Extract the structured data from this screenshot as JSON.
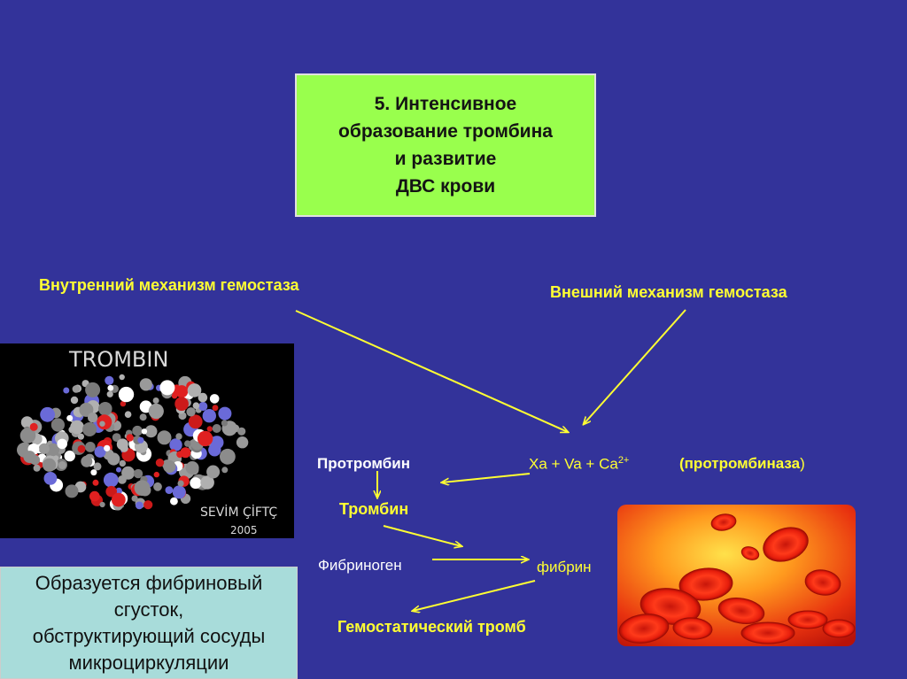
{
  "title": "5. Интенсивное\nобразование  тромбина\nи развитие\nДВС крови",
  "labels": {
    "intrinsic": "Внутренний механизм гемостаза",
    "extrinsic": "Внешний механизм гемостаза",
    "prothrombin": "Протромбин",
    "complex": "Xa + Va + Ca",
    "complex_charge": "2+",
    "prothrombinase": "(протромбиназа",
    "prothrombinase_close": ")",
    "thrombin": "Тромбин",
    "fibrinogen": "Фибриноген",
    "fibrin": "фибрин",
    "thrombus": "Гемостатический тромб"
  },
  "thrombin_image": {
    "caption_title": "TROMBIN",
    "caption_author": "SEVİM ÇİFTÇ",
    "caption_year": "2005"
  },
  "result_text": "Образуется фибриновый\nсгусток,\nобструктирующий сосуды\nмикроциркуляции",
  "colors": {
    "background": "#33339a",
    "title_box": "#99ff4d",
    "arrow": "#ffff33",
    "result_box": "#a8dcda"
  }
}
